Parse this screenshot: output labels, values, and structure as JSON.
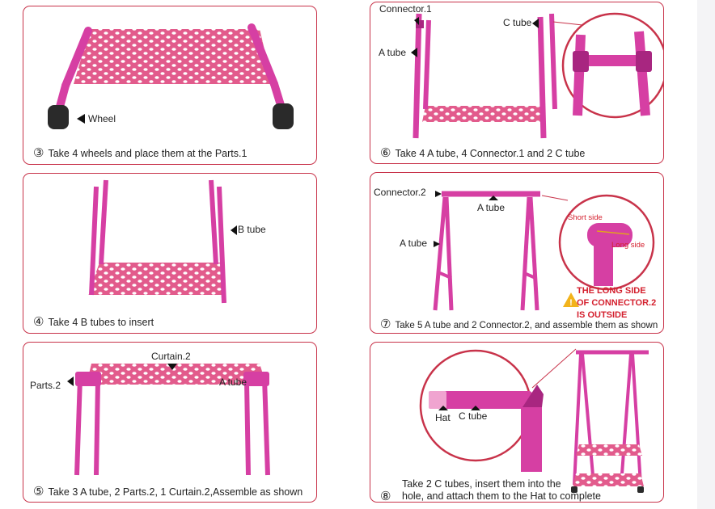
{
  "colors": {
    "frame": "#c8334a",
    "tube": "#d63fa3",
    "tube_dark": "#a82680",
    "fabric": "#e25b8c",
    "dot": "#ffffff",
    "wheel": "#2a2a2a",
    "warning": "#f2b31c",
    "warning_text": "#d4202e"
  },
  "steps": [
    {
      "number": "③",
      "caption": "Take 4 wheels and place them at the Parts.1",
      "labels": {
        "wheel": "Wheel"
      }
    },
    {
      "number": "④",
      "caption": "Take 4 B tubes to insert",
      "labels": {
        "b_tube": "B tube"
      }
    },
    {
      "number": "⑤",
      "caption": "Take 3 A tube, 2 Parts.2, 1 Curtain.2,Assemble as shown",
      "labels": {
        "curtain": "Curtain.2",
        "parts": "Parts.2",
        "a_tube": "A tube"
      }
    },
    {
      "number": "⑥",
      "caption": "Take 4 A tube, 4 Connector.1 and 2 C tube",
      "labels": {
        "connector": "Connector.1",
        "c_tube": "C tube",
        "a_tube": "A tube"
      }
    },
    {
      "number": "⑦",
      "caption": "Take 5 A tube and 2 Connector.2, and assemble them as shown",
      "labels": {
        "connector": "Connector.2",
        "a_tube_top": "A tube",
        "a_tube_side": "A tube",
        "short_side": "Short side",
        "long_side": "Long side",
        "warning": [
          "THE LONG SIDE",
          "OF CONNECTOR.2",
          "IS OUTSIDE"
        ]
      }
    },
    {
      "number": "⑧",
      "caption_lines": [
        "Take 2 C tubes, insert them into the",
        "hole, and attach them to the Hat to complete"
      ],
      "labels": {
        "hat": "Hat",
        "c_tube": "C tube"
      }
    }
  ]
}
